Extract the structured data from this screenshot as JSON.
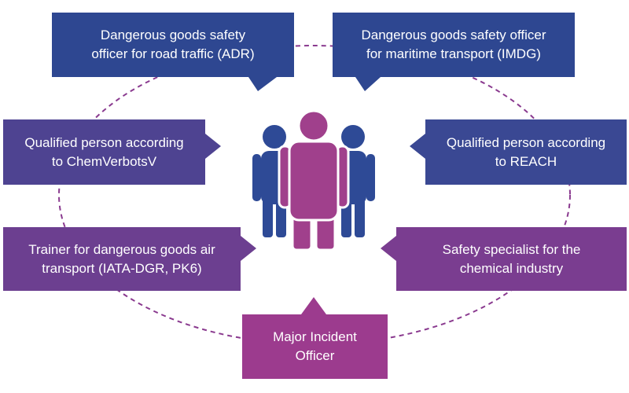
{
  "colors": {
    "dark_blue": "#2e4791",
    "mid_blue": "#3a4893",
    "blue_violet": "#4e4391",
    "purple": "#6c3f90",
    "violet": "#7a3d90",
    "magenta": "#9c3b8e",
    "person_side": "#2e4a96",
    "person_center": "#a0408c",
    "dashed_ring": "#8a3a8f"
  },
  "roles": {
    "adr": "Dangerous goods safety\nofficer for road traffic (ADR)",
    "imdg": "Dangerous goods safety officer\nfor maritime transport (IMDG)",
    "chemverbotsv": "Qualified person according\nto ChemVerbotsV",
    "reach": "Qualified person according\nto REACH",
    "iata": "Trainer for dangerous goods air\ntransport (IATA-DGR, PK6)",
    "chemical": "Safety specialist for the\nchemical industry",
    "major_incident": "Major Incident\nOfficer"
  },
  "icons": {
    "center": "people-group-icon"
  }
}
